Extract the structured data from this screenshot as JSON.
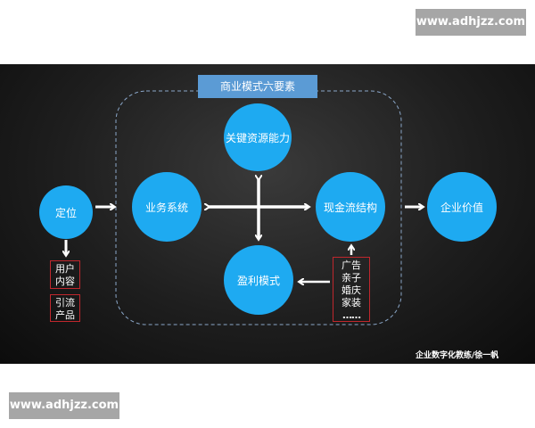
{
  "watermark_top": "www.adhjzz.com",
  "watermark_bottom": "www.adhjzz.com",
  "diagram": {
    "title": "商业模式六要素",
    "nodes": {
      "positioning": "定位",
      "business_system": "业务系统",
      "key_resources": "关键资源能力",
      "cash_flow": "现金流结构",
      "profit_model": "盈利模式",
      "enterprise_value": "企业价值"
    },
    "user_box": [
      "用户",
      "内容"
    ],
    "traffic_box": [
      "引流",
      "产品"
    ],
    "channel_box": [
      "广告",
      "亲子",
      "婚庆",
      "家装",
      "……"
    ],
    "credit": "企业数字化教练/徐一帆"
  },
  "colors": {
    "node_fill": "#1eaaf1",
    "title_fill": "#5b9bd5",
    "box_border": "#c0272d",
    "arrow": "#ffffff"
  }
}
